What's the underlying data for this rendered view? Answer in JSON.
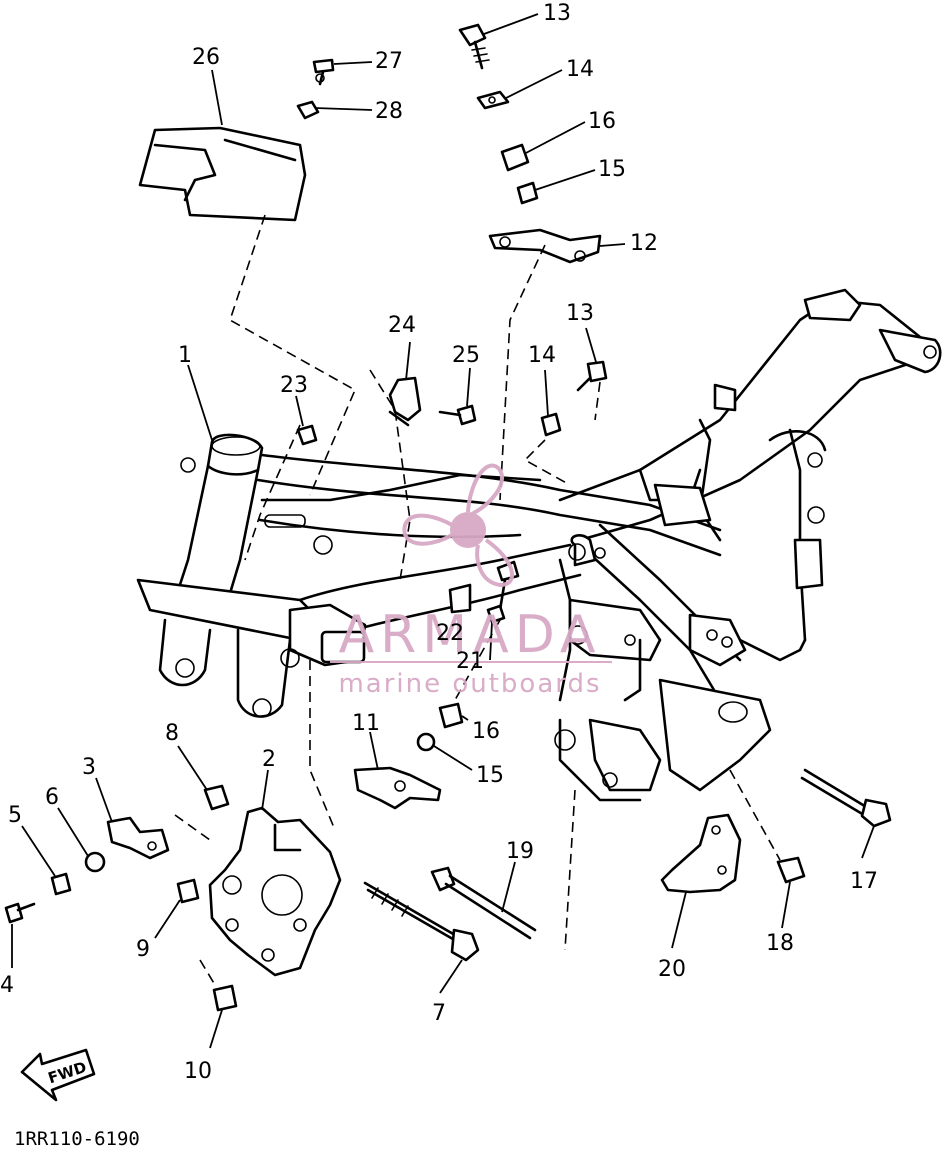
{
  "drawing_code": "1RR110-6190",
  "fwd_label": "FWD",
  "watermark": {
    "brand": "ARMADA",
    "tagline": "marine outboards",
    "color": "#d7a9c6",
    "logo_icon": "propeller-icon"
  },
  "callouts": [
    {
      "id": "c1",
      "label": "1"
    },
    {
      "id": "c2",
      "label": "2"
    },
    {
      "id": "c3",
      "label": "3"
    },
    {
      "id": "c4",
      "label": "4"
    },
    {
      "id": "c5",
      "label": "5"
    },
    {
      "id": "c6",
      "label": "6"
    },
    {
      "id": "c7",
      "label": "7"
    },
    {
      "id": "c8",
      "label": "8"
    },
    {
      "id": "c9",
      "label": "9"
    },
    {
      "id": "c10",
      "label": "10"
    },
    {
      "id": "c11",
      "label": "11"
    },
    {
      "id": "c12",
      "label": "12"
    },
    {
      "id": "c13a",
      "label": "13"
    },
    {
      "id": "c13b",
      "label": "13"
    },
    {
      "id": "c14a",
      "label": "14"
    },
    {
      "id": "c14b",
      "label": "14"
    },
    {
      "id": "c15a",
      "label": "15"
    },
    {
      "id": "c15b",
      "label": "15"
    },
    {
      "id": "c16a",
      "label": "16"
    },
    {
      "id": "c16b",
      "label": "16"
    },
    {
      "id": "c17",
      "label": "17"
    },
    {
      "id": "c18",
      "label": "18"
    },
    {
      "id": "c19",
      "label": "19"
    },
    {
      "id": "c20",
      "label": "20"
    },
    {
      "id": "c21",
      "label": "21"
    },
    {
      "id": "c22",
      "label": "22"
    },
    {
      "id": "c23",
      "label": "23"
    },
    {
      "id": "c24",
      "label": "24"
    },
    {
      "id": "c25",
      "label": "25"
    },
    {
      "id": "c26",
      "label": "26"
    },
    {
      "id": "c27",
      "label": "27"
    },
    {
      "id": "c28",
      "label": "28"
    }
  ]
}
